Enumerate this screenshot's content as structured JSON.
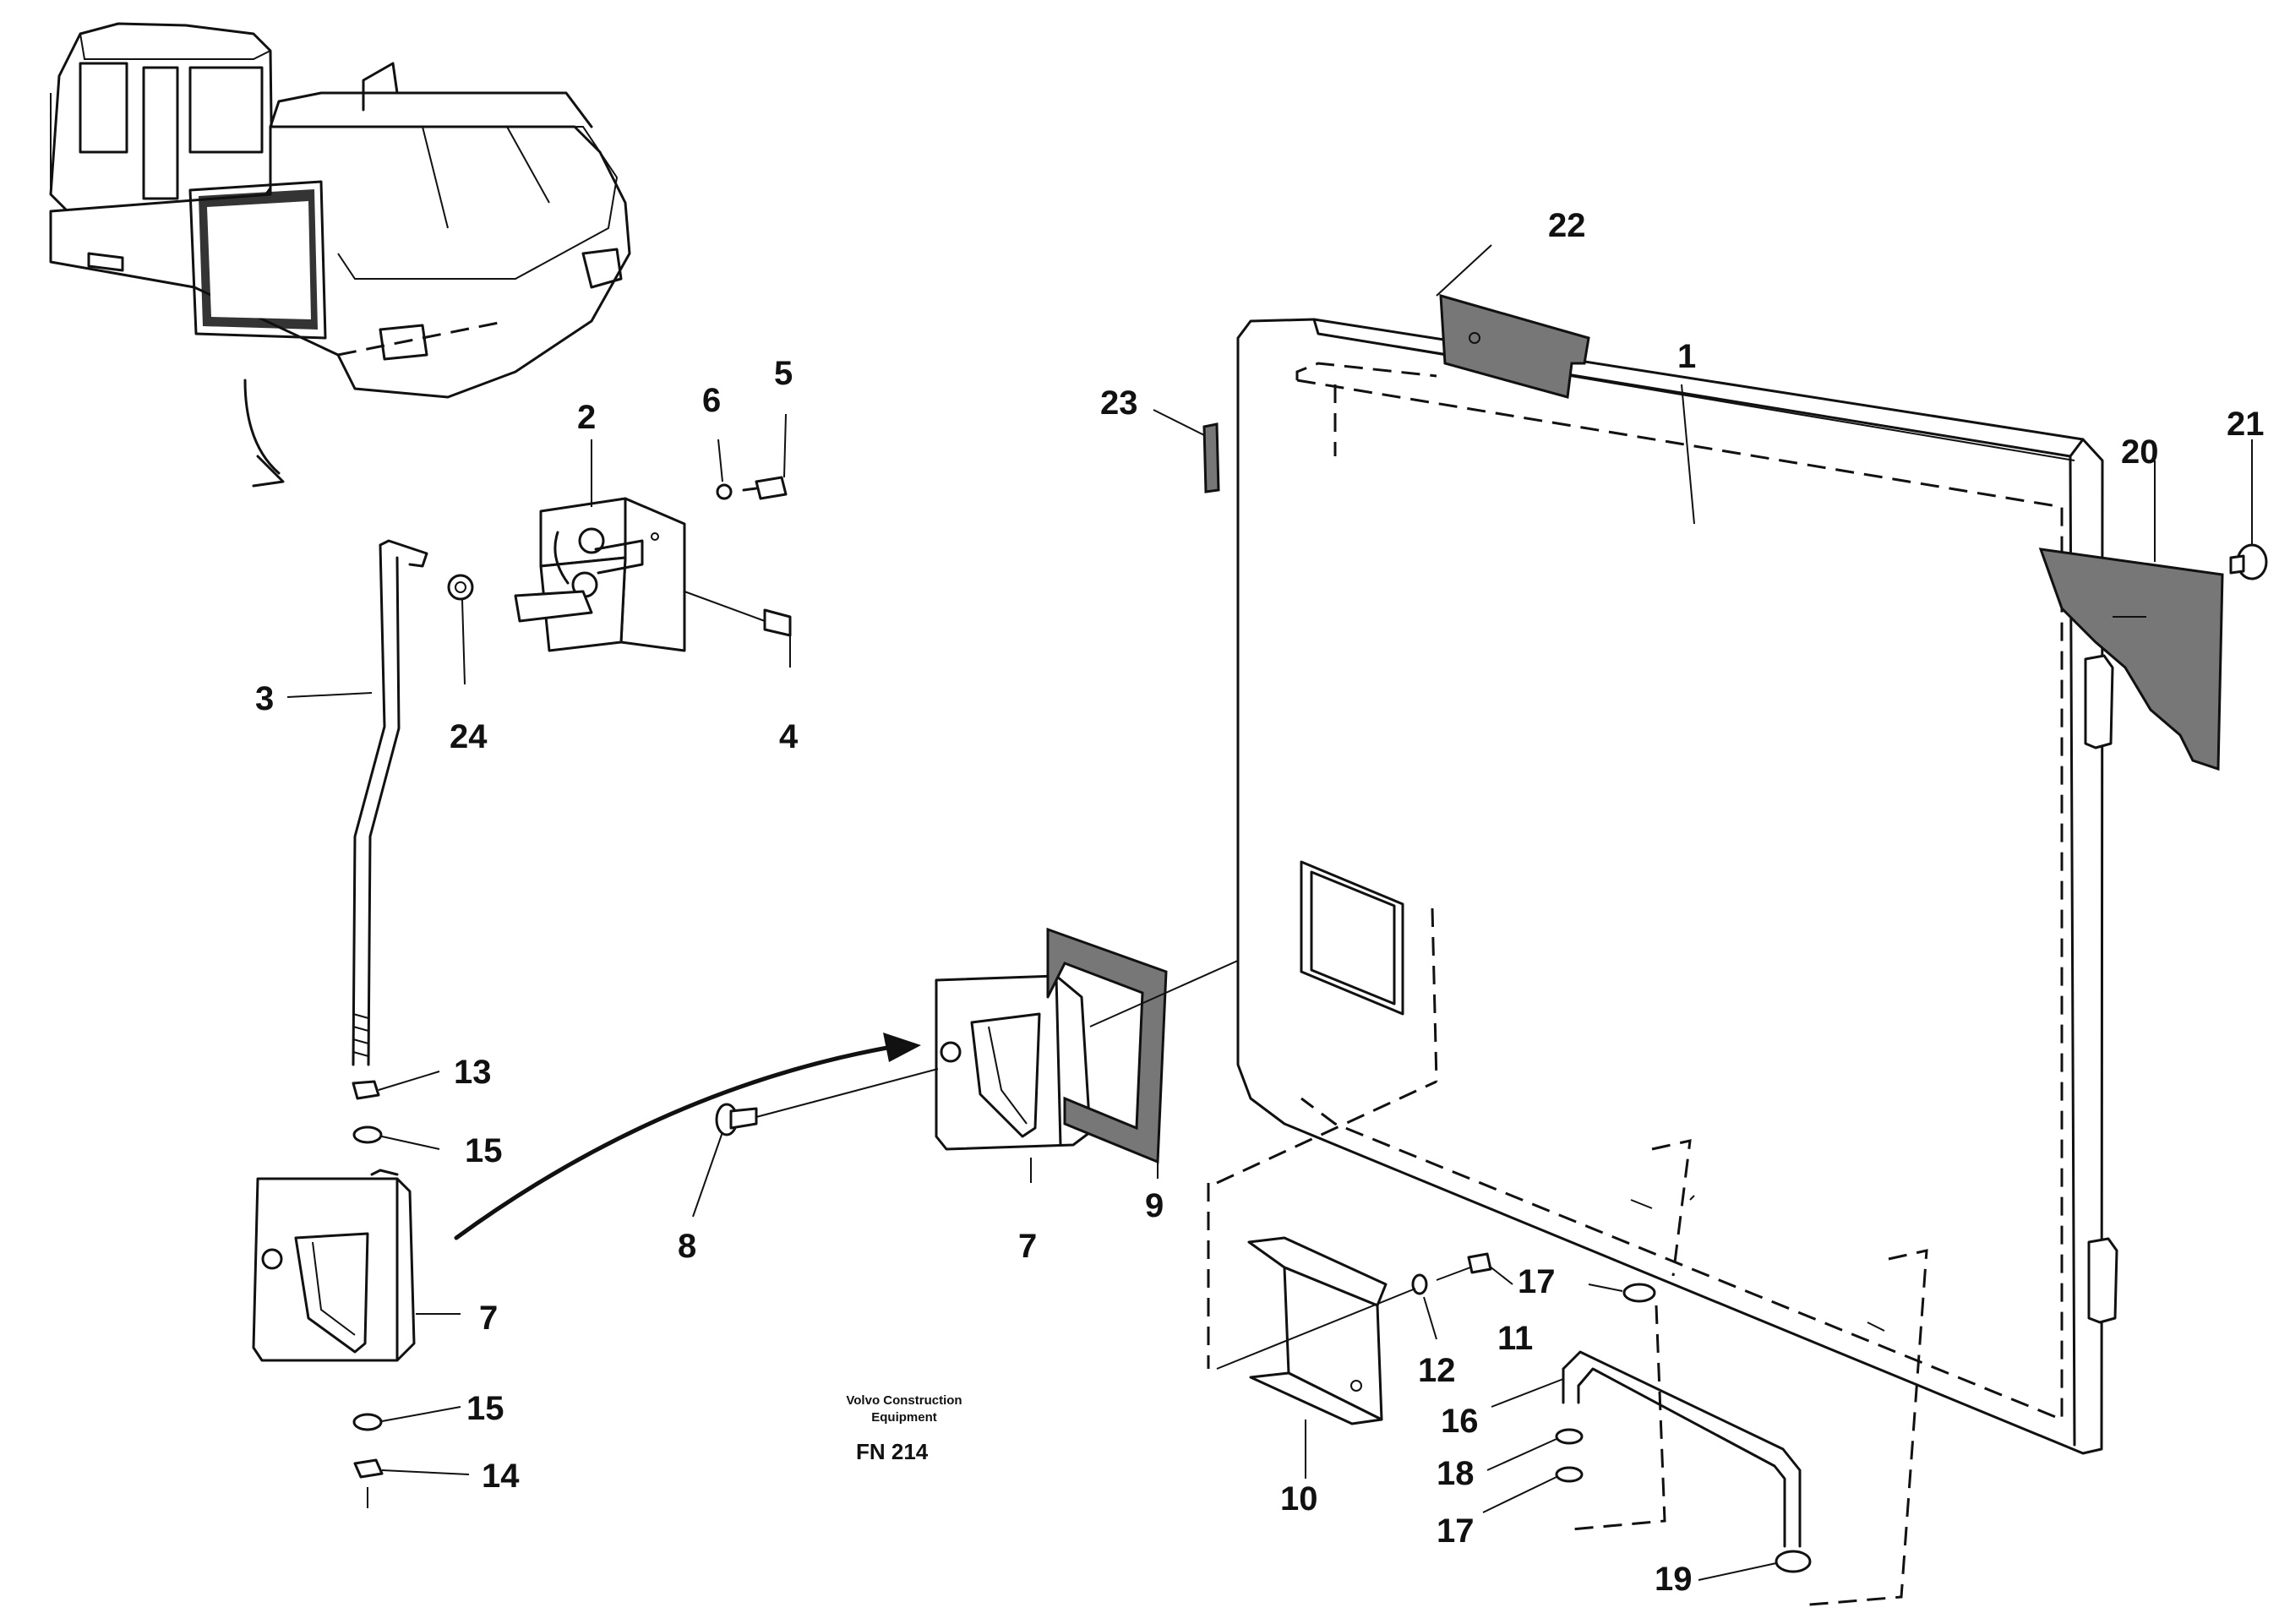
{
  "callouts": {
    "c1": "1",
    "c2": "2",
    "c3": "3",
    "c4": "4",
    "c5": "5",
    "c6": "6",
    "c7a": "7",
    "c7b": "7",
    "c8": "8",
    "c9": "9",
    "c10": "10",
    "c11": "11",
    "c12": "12",
    "c13": "13",
    "c14": "14",
    "c15a": "15",
    "c15b": "15",
    "c16": "16",
    "c17a": "17",
    "c17b": "17",
    "c18": "18",
    "c19": "19",
    "c20": "20",
    "c21": "21",
    "c22": "22",
    "c23": "23",
    "c24": "24"
  },
  "caption": {
    "maker_line1": "Volvo Construction",
    "maker_line2": "Equipment",
    "figure_code": "FN 214"
  }
}
